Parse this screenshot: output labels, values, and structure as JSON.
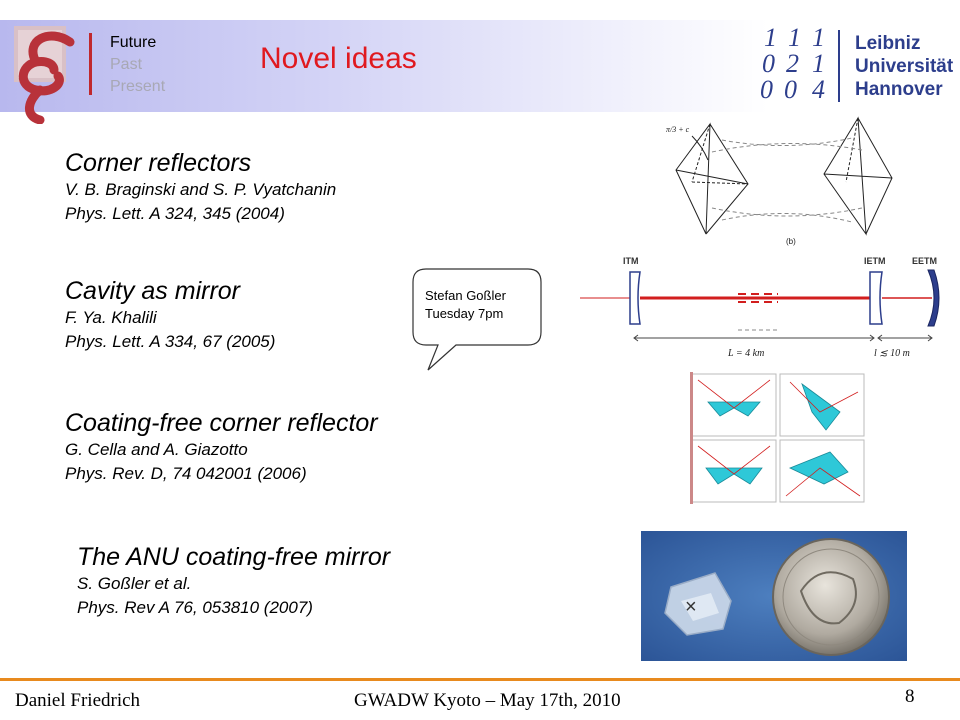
{
  "header": {
    "tagline": [
      "Future",
      "Past",
      "Present"
    ],
    "title": "Novel ideas",
    "university": [
      "Leibniz",
      "Universität",
      "Hannover"
    ],
    "digits": [
      "1",
      "1",
      "1",
      "0",
      "2",
      "1",
      "0",
      "0",
      "4"
    ]
  },
  "references": [
    {
      "title": "Corner reflectors",
      "authors": "V. B. Braginski and S. P. Vyatchanin",
      "journal": "Phys. Lett. A 324, 345 (2004)"
    },
    {
      "title": "Cavity as mirror",
      "authors": "F. Ya. Khalili",
      "journal": "Phys. Lett. A 334, 67 (2005)"
    },
    {
      "title": "Coating-free corner reflector",
      "authors": "G. Cella and A. Giazotto",
      "journal": "Phys. Rev. D, 74  042001 (2006)"
    },
    {
      "title": "The ANU coating-free mirror",
      "authors": "S. Goßler et al.",
      "journal": "Phys. Rev A 76, 053810 (2007)"
    }
  ],
  "callout": {
    "line1": "Stefan Goßler",
    "line2": "Tuesday 7pm"
  },
  "figures": {
    "corner": {
      "formula": "π/3 + c",
      "caption": "(b)"
    },
    "cavity": {
      "itm": "ITM",
      "ietm": "IETM",
      "eetm": "EETM",
      "L": "L = 4 km",
      "l": "l ≲ 10 m"
    }
  },
  "footer": {
    "author": "Daniel Friedrich",
    "event": "GWADW Kyoto – May 17th, 2010",
    "page": "8"
  },
  "colors": {
    "title": "#e0191f",
    "luh_blue": "#2d3e8c",
    "footer_line": "#e88a1e",
    "beam": "#d21e1e"
  }
}
